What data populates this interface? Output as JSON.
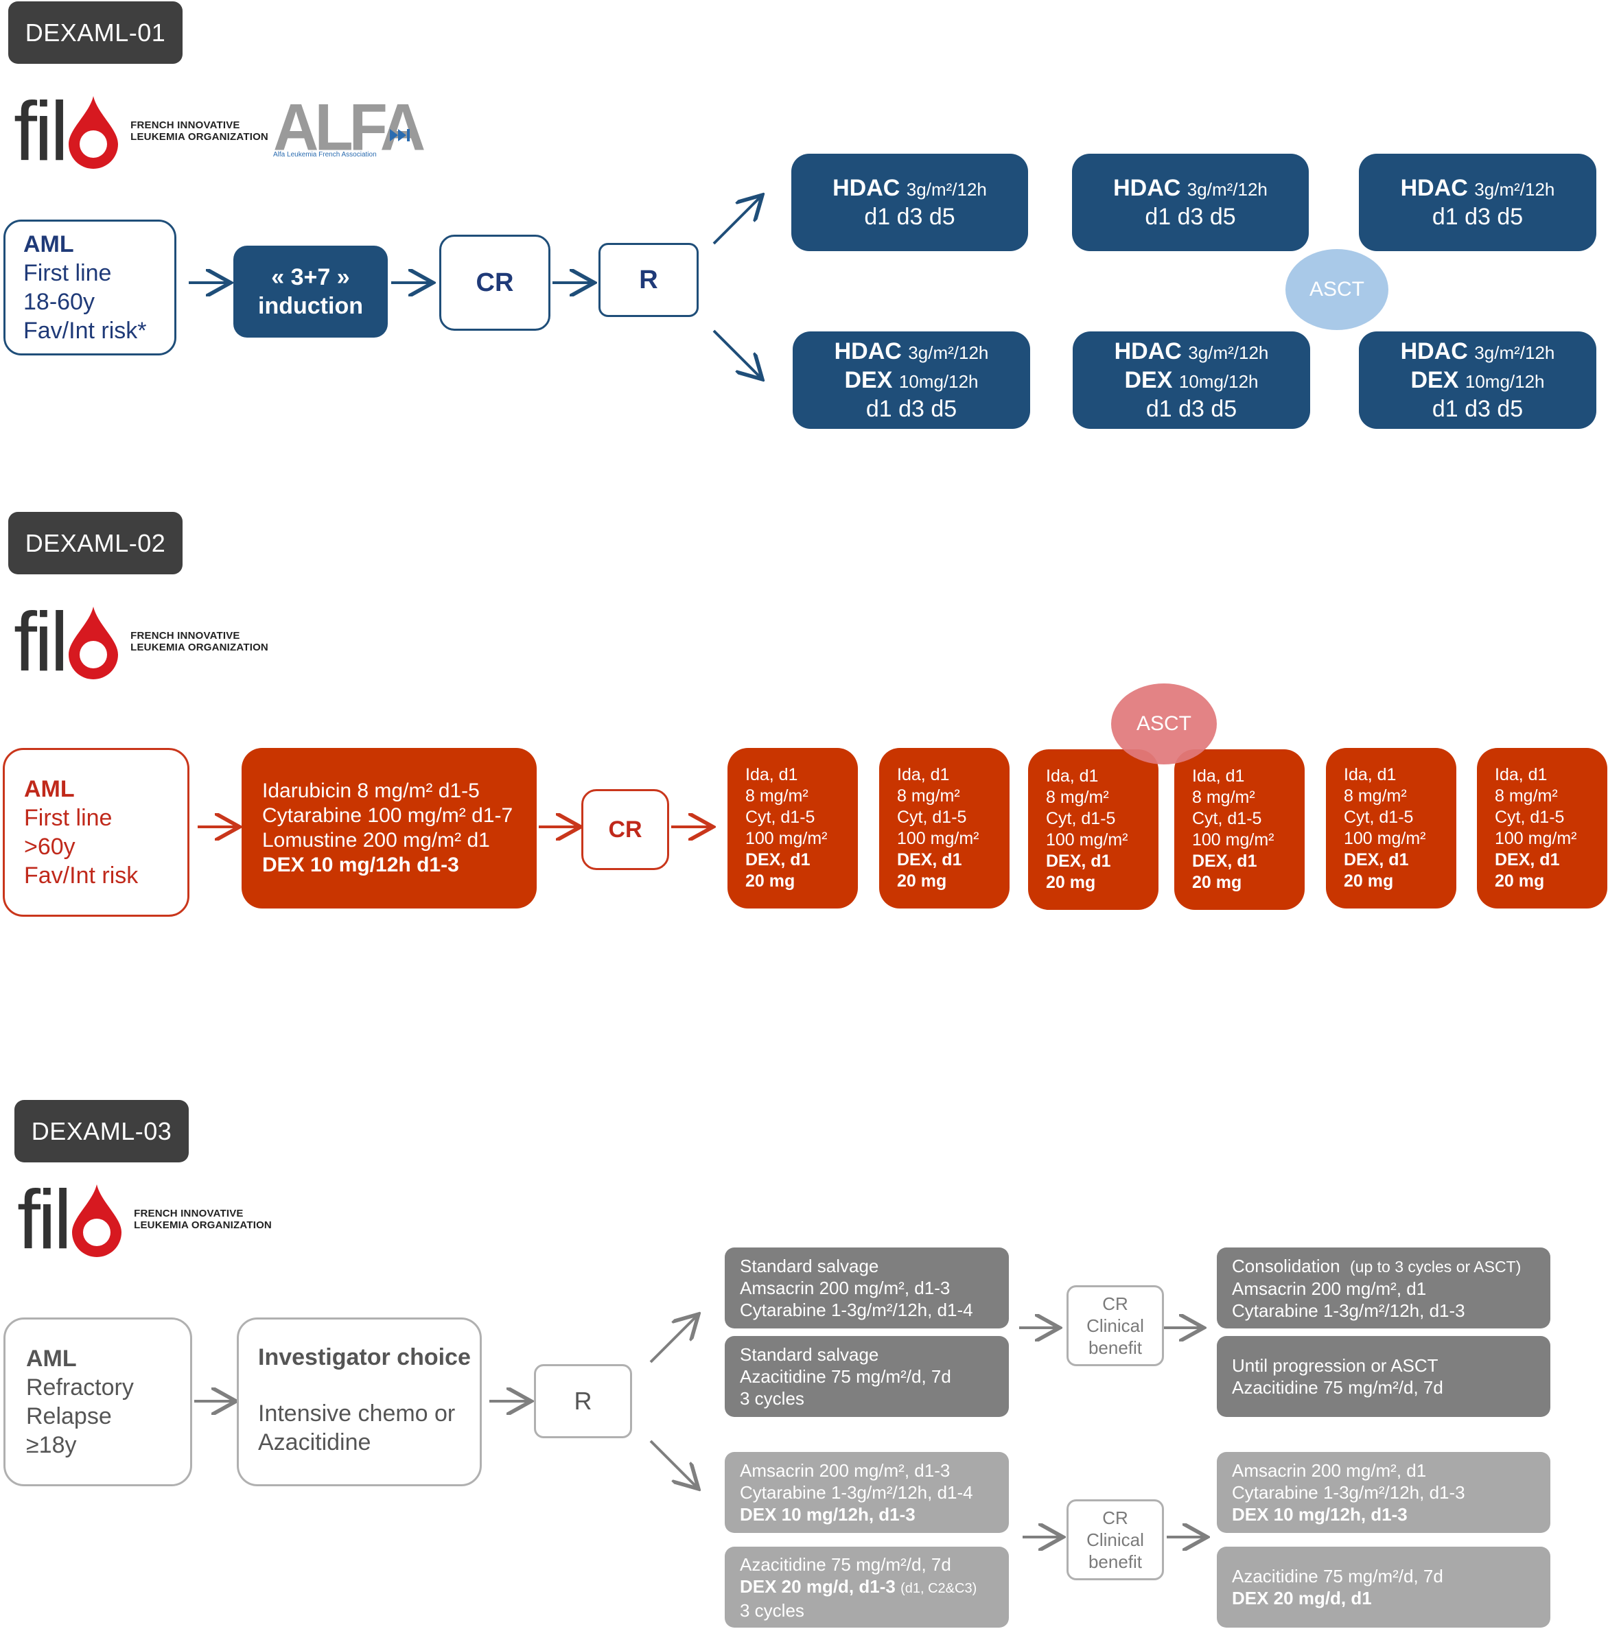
{
  "colors": {
    "blue": "#1f4e79",
    "light_blue": "#a9c9e8",
    "red": "#c93500",
    "red_text": "#c0291b",
    "pink": "#e17a7c",
    "dark_grey": "#7f7f7f",
    "light_grey": "#a9a9a9",
    "tag": "#3f3f3f"
  },
  "logo": {
    "filo_word": "fil",
    "filo_sub_1": "FRENCH INNOVATIVE",
    "filo_sub_2": "LEUKEMIA ORGANIZATION",
    "alfa_word": "ALFA",
    "alfa_sub": "Alfa Leukemia French Association"
  },
  "s1": {
    "tag": "DEXAML-01",
    "aml": {
      "title": "AML",
      "l1": "First line",
      "l2": "18-60y",
      "l3": "Fav/Int risk*"
    },
    "induction": {
      "l1": "« 3+7 »",
      "l2": "induction"
    },
    "cr": "CR",
    "r": "R",
    "hdac": {
      "name": "HDAC",
      "dose": "3g/m²/12h",
      "days": "d1 d3 d5",
      "dex": "DEX",
      "dex_dose": "10mg/12h"
    },
    "asct": "ASCT"
  },
  "s2": {
    "tag": "DEXAML-02",
    "aml": {
      "title": "AML",
      "l1": "First line",
      "l2": ">60y",
      "l3": "Fav/Int risk"
    },
    "induction": {
      "l1": "Idarubicin 8 mg/m² d1-5",
      "l2": "Cytarabine 100 mg/m² d1-7",
      "l3": "Lomustine 200 mg/m² d1",
      "l4": "DEX 10 mg/12h d1-3"
    },
    "cr": "CR",
    "cycle": {
      "l1": "Ida, d1",
      "l2": "8 mg/m²",
      "l3": "Cyt, d1-5",
      "l4": "100 mg/m²",
      "l5": "DEX, d1",
      "l6": "20 mg"
    },
    "asct": "ASCT"
  },
  "s3": {
    "tag": "DEXAML-03",
    "aml": {
      "title": "AML",
      "l1": "Refractory",
      "l2": "Relapse",
      "l3": "≥18y"
    },
    "inv": {
      "title": "Investigator choice",
      "l1": "Intensive chemo or",
      "l2": "Azacitidine"
    },
    "r": "R",
    "a1": {
      "l1": "Standard salvage",
      "l2": "Amsacrin 200 mg/m², d1-3",
      "l3": "Cytarabine 1-3g/m²/12h, d1-4"
    },
    "a2": {
      "l1": "Standard salvage",
      "l2": "Azacitidine 75 mg/m²/d, 7d",
      "l3": "3 cycles"
    },
    "b1": {
      "l1": "Amsacrin 200 mg/m², d1-3",
      "l2": "Cytarabine 1-3g/m²/12h, d1-4",
      "l3": "DEX 10 mg/12h, d1-3"
    },
    "b2": {
      "l1": "Azacitidine 75 mg/m²/d, 7d",
      "l2": "DEX 20 mg/d, d1-3",
      "l2b": "(d1, C2&C3)",
      "l3": "3 cycles"
    },
    "crcb": {
      "l1": "CR",
      "l2": "Clinical",
      "l3": "benefit"
    },
    "c1": {
      "l1": "Consolidation",
      "l1b": "(up to 3 cycles or ASCT)",
      "l2": "Amsacrin 200 mg/m², d1",
      "l3": "Cytarabine 1-3g/m²/12h, d1-3"
    },
    "c2": {
      "l1": "Until progression  or ASCT",
      "l2": "Azacitidine 75 mg/m²/d, 7d"
    },
    "d1": {
      "l1": "Amsacrin 200 mg/m², d1",
      "l2": "Cytarabine 1-3g/m²/12h, d1-3",
      "l3": "DEX 10 mg/12h, d1-3"
    },
    "d2": {
      "l1": "Azacitidine 75 mg/m²/d, 7d",
      "l2": "DEX 20 mg/d, d1"
    }
  }
}
